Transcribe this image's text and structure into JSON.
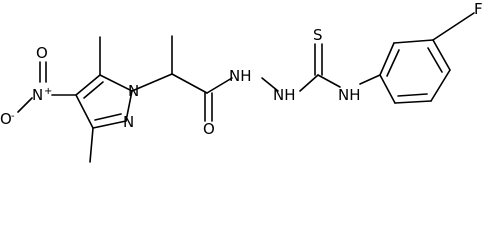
{
  "molecule": {
    "atoms": {
      "nitro_o_minus": "O",
      "nitro_o_minus_charge": "-",
      "nitro_n": "N",
      "nitro_n_charge": "+",
      "nitro_o": "O",
      "pyrazole_n1": "N",
      "pyrazole_n2": "N",
      "carbonyl_o": "O",
      "hydrazide_nh1": "NH",
      "hydrazide_nh2": "NH",
      "thio_s": "S",
      "thiourea_nh": "NH",
      "fluoro_f": "F"
    }
  }
}
